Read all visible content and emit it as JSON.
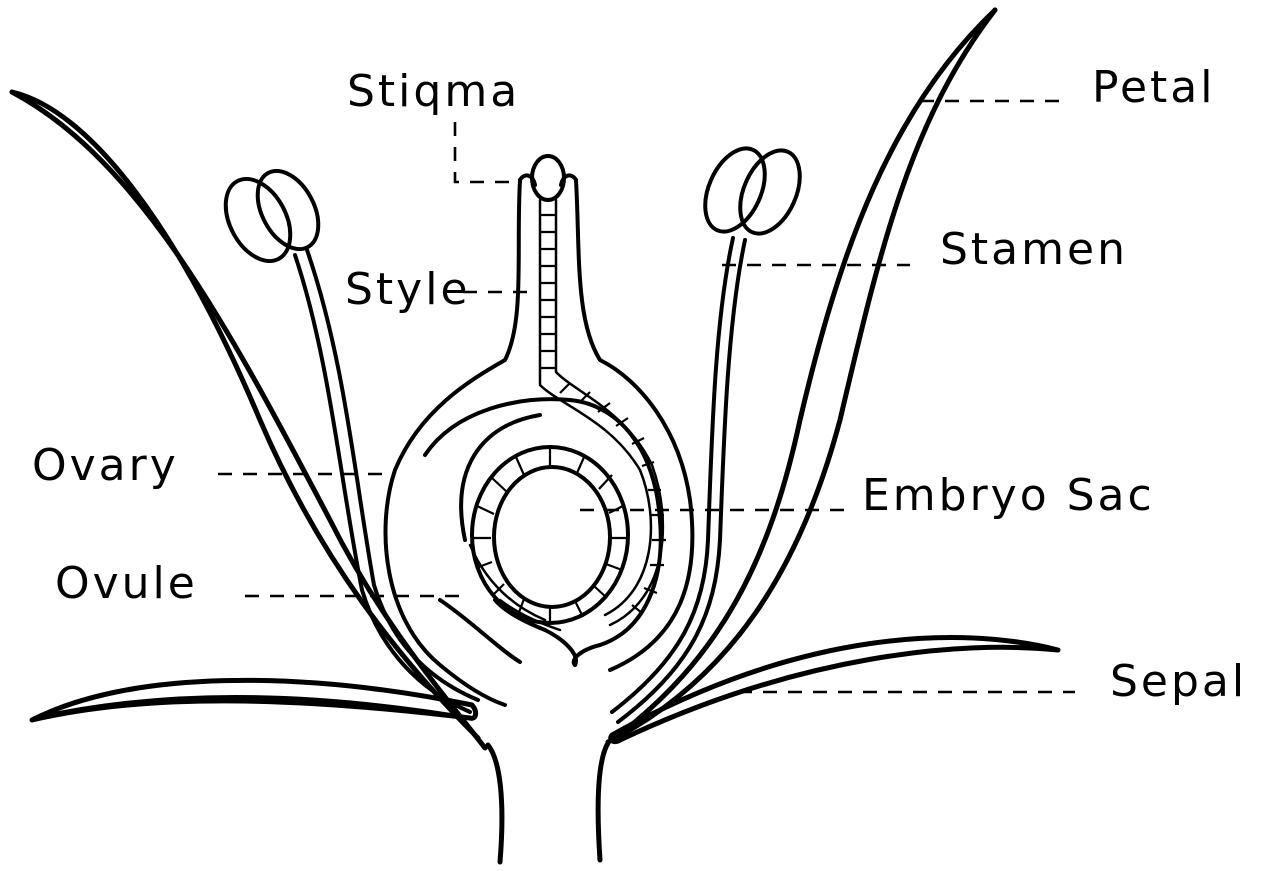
{
  "diagram": {
    "labels": {
      "stigma": "Stiqma",
      "style": "Style",
      "ovary": "Ovary",
      "ovule": "Ovule",
      "petal": "Petal",
      "stamen": "Stamen",
      "embryo_sac": "Embryo Sac",
      "sepal": "Sepal"
    }
  }
}
